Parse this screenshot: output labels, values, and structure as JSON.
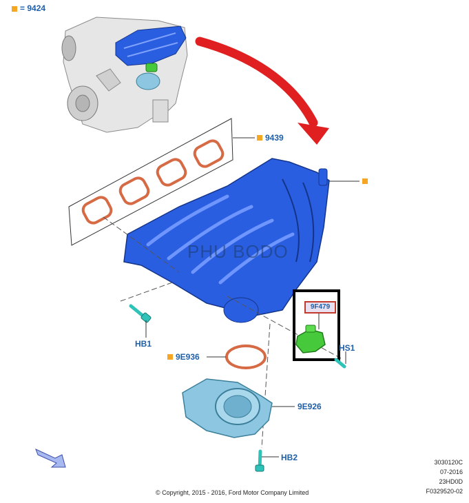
{
  "title_callout": {
    "symbol": "=",
    "part": "9424"
  },
  "callouts": {
    "gasket": "9439",
    "sensor": "9F479",
    "bolt_left": "HB1",
    "bolt_right": "HS1",
    "throttle_gasket": "9E936",
    "throttle_body": "9E926",
    "bolt_bottom": "HB2"
  },
  "watermark": "PHU BODO",
  "copyright": "© Copyright, 2015 - 2016, Ford Motor Company Limited",
  "meta_lines": [
    "3030120C",
    "07-2016",
    "23HD0D",
    "F0329520-02"
  ],
  "colors": {
    "manifold": "#2a5ee0",
    "callout_text": "#1f5fa8",
    "callout_square": "#f5a623",
    "arrow": "#e02020",
    "sensor": "#46c93a",
    "bolt": "#2ec2b8",
    "throttle": "#8cc6e0",
    "gasket": "#d56a45",
    "highlight_box": "#000000"
  }
}
